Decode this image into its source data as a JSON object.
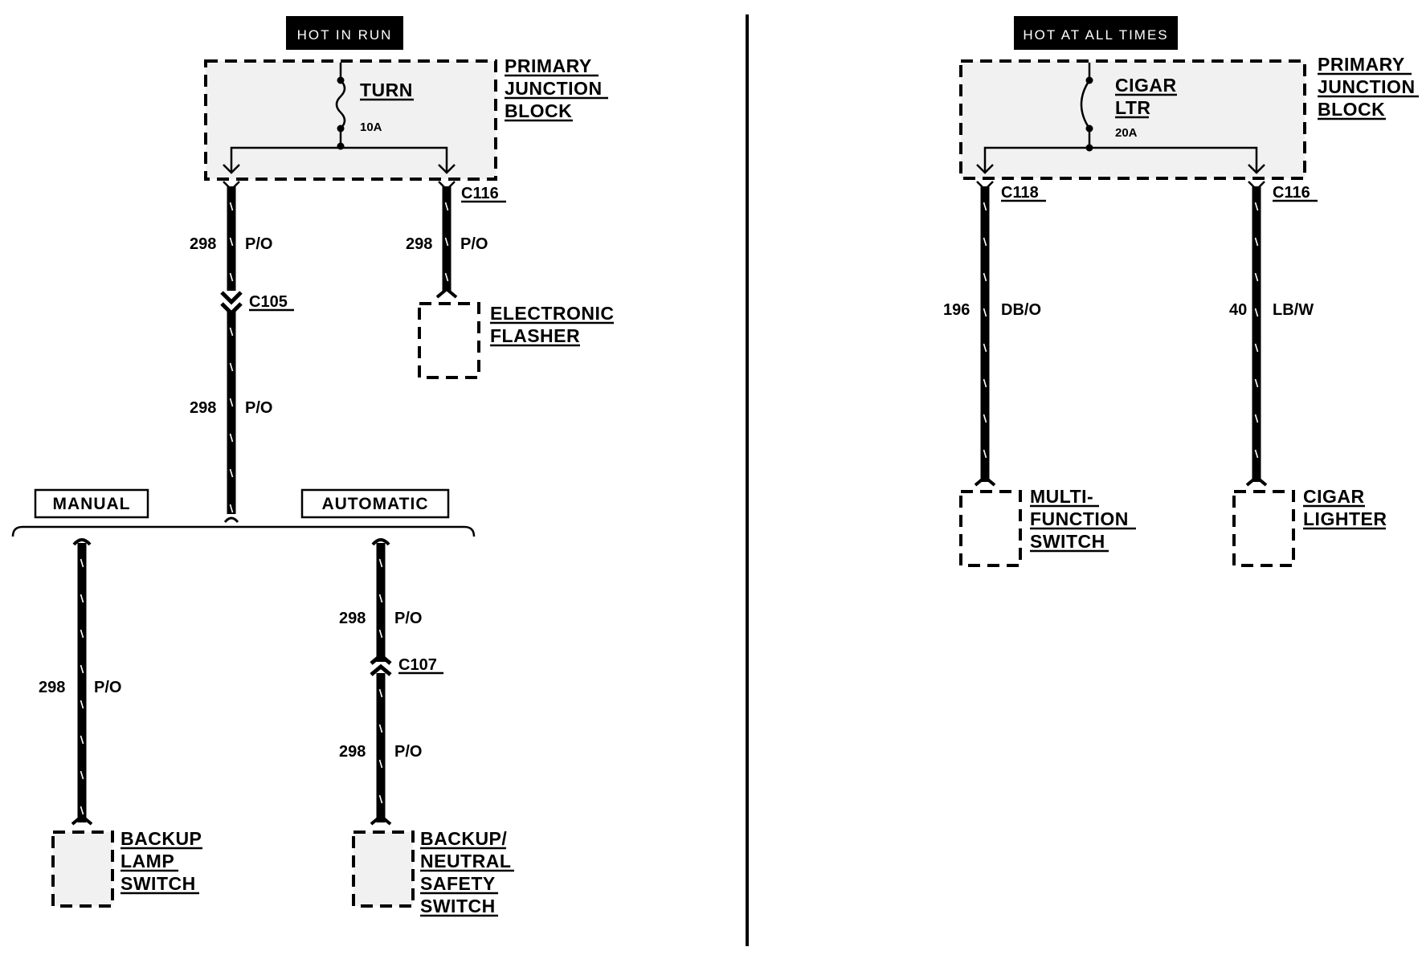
{
  "left": {
    "header": "HOT IN RUN",
    "block_label": [
      "PRIMARY",
      "JUNCTION",
      "BLOCK"
    ],
    "fuse_name": "TURN",
    "fuse_rating": "10A",
    "connectors": {
      "c116": "C116",
      "c105": "C105",
      "c107": "C107"
    },
    "wires": {
      "w1": {
        "circuit": "298",
        "color": "P/O"
      },
      "w2": {
        "circuit": "298",
        "color": "P/O"
      },
      "w3": {
        "circuit": "298",
        "color": "P/O"
      },
      "w4": {
        "circuit": "298",
        "color": "P/O"
      },
      "w5": {
        "circuit": "298",
        "color": "P/O"
      },
      "w6": {
        "circuit": "298",
        "color": "P/O"
      }
    },
    "flasher_label": [
      "ELECTRONIC",
      "FLASHER"
    ],
    "options": {
      "manual": "MANUAL",
      "automatic": "AUTOMATIC"
    },
    "backup_lamp_label": [
      "BACKUP",
      "LAMP",
      "SWITCH"
    ],
    "neutral_label": [
      "BACKUP/",
      "NEUTRAL",
      "SAFETY",
      "SWITCH"
    ]
  },
  "right": {
    "header": "HOT AT ALL TIMES",
    "block_label": [
      "PRIMARY",
      "JUNCTION",
      "BLOCK"
    ],
    "fuse_name": [
      "CIGAR",
      "LTR"
    ],
    "fuse_rating": "20A",
    "connectors": {
      "c118": "C118",
      "c116": "C116"
    },
    "wires": {
      "w1": {
        "circuit": "196",
        "color": "DB/O"
      },
      "w2": {
        "circuit": "40",
        "color": "LB/W"
      }
    },
    "mfs_label": [
      "MULTI-",
      "FUNCTION",
      "SWITCH"
    ],
    "lighter_label": [
      "CIGAR",
      "LIGHTER"
    ]
  }
}
